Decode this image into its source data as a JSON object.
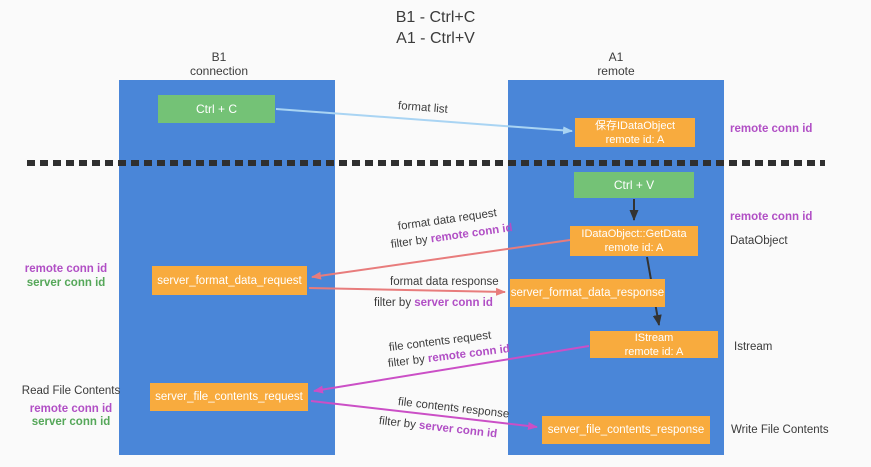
{
  "title": {
    "line1": "B1 - Ctrl+C",
    "line2": "A1 - Ctrl+V"
  },
  "lanes": {
    "left": {
      "name": "B1",
      "role": "connection"
    },
    "right": {
      "name": "A1",
      "role": "remote"
    }
  },
  "nodes": {
    "ctrl_c": {
      "label": "Ctrl + C"
    },
    "ctrl_v": {
      "label": "Ctrl + V"
    },
    "save_idataobject": {
      "line1": "保存IDataObject",
      "line2": "remote id: A"
    },
    "idataobject_getdata": {
      "line1": "IDataObject::GetData",
      "line2": "remote id: A"
    },
    "istream": {
      "line1": "IStream",
      "line2": "remote id: A"
    },
    "server_format_data_request": {
      "label": "server_format_data_request"
    },
    "server_format_data_response": {
      "label": "server_format_data_response"
    },
    "server_file_contents_request": {
      "label": "server_file_contents_request"
    },
    "server_file_contents_response": {
      "label": "server_file_contents_response"
    }
  },
  "arrow_labels": {
    "format_list": "format list",
    "format_data_request": "format data request",
    "format_data_request_filter_prefix": "filter by ",
    "format_data_request_filter_key": "remote conn id",
    "format_data_response": "format data response",
    "format_data_response_filter_prefix": "filter by ",
    "format_data_response_filter_key": "server conn id",
    "file_contents_request": "file contents request",
    "file_contents_request_filter_prefix": "filter by ",
    "file_contents_request_filter_key": "remote conn id",
    "file_contents_response": "file contents response",
    "file_contents_response_filter_prefix": "filter by ",
    "file_contents_response_filter_key": "server conn id"
  },
  "annotations": {
    "right_remote_conn_id_top": "remote conn id",
    "right_remote_conn_id_mid": "remote conn id",
    "dataobject": "DataObject",
    "istream": "Istream",
    "write_file_contents": "Write File Contents",
    "left_format_remote_conn_id": "remote conn id",
    "left_format_server_conn_id": "server conn id",
    "read_file_contents": "Read File Contents",
    "left_file_remote_conn_id": "remote conn id",
    "left_file_server_conn_id": "server conn id"
  },
  "colors": {
    "lane_blue": "#4a86d8",
    "node_green": "#74c276",
    "node_orange": "#f8ab3e",
    "remote_conn_purple": "#b14fc5",
    "server_conn_green": "#55a759",
    "arrow_light_blue": "#a9d4f3",
    "arrow_salmon": "#e87c7c",
    "arrow_magenta": "#cb4fc6",
    "arrow_black": "#333333",
    "divider_black": "#2f2f2f"
  }
}
